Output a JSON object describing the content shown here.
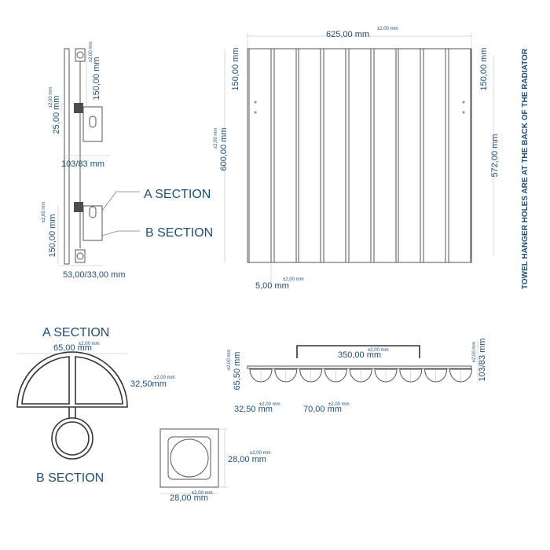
{
  "side_view": {
    "dim_top_bracket": "150,00 mm",
    "dim_bracket": "25,00 mm",
    "dim_depth": "103/83 mm",
    "dim_bottom_bracket": "150,00 mm",
    "dim_bottom_depth": "53,00/33,00 mm"
  },
  "labels": {
    "a_section": "A SECTION",
    "b_section": "B SECTION"
  },
  "front_view": {
    "dim_width": "625,00 mm",
    "dim_top_left": "150,00 mm",
    "dim_top_right": "150,00 mm",
    "dim_height": "600,00 mm",
    "dim_hole_height": "572,00 mm",
    "dim_gap": "5,00 mm",
    "note": "TOWEL HANGER HOLES ARE AT THE BACK OF THE RADIATOR"
  },
  "section_detail": {
    "title": "A SECTION",
    "dim_width": "65,00 mm",
    "dim_radius": "32,50mm",
    "b_title": "B SECTION"
  },
  "square_detail": {
    "dim_height": "28,00 mm",
    "dim_width": "28,00 mm"
  },
  "top_view": {
    "dim_centres": "350,00 mm",
    "dim_height": "65,50 mm",
    "dim_depth": "103/83 mm",
    "dim_radius": "32,50 mm",
    "dim_pitch": "70,00 mm"
  },
  "tolerance": "±2,00 mm",
  "tolerance_short": "±2,00 mm",
  "colors": {
    "text": "#1f4e79",
    "line": "#7f7f7f"
  }
}
